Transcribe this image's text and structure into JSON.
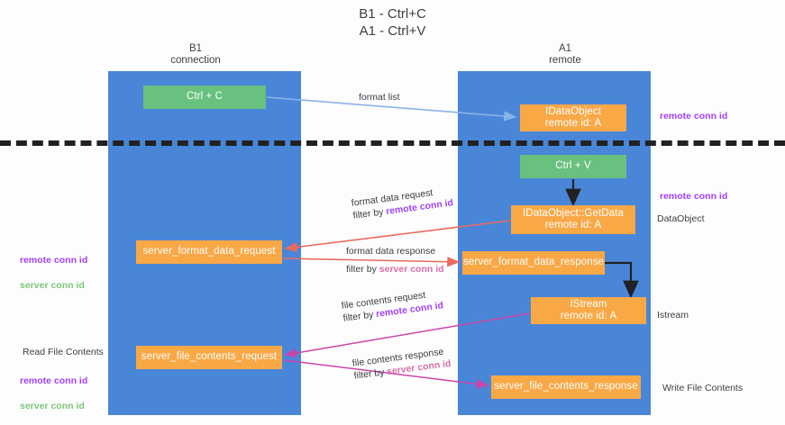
{
  "title": "B1 - Ctrl+C\nA1 - Ctrl+V",
  "columns": {
    "left": {
      "name": "B1",
      "role": "connection",
      "label": "B1\nconnection"
    },
    "right": {
      "name": "A1",
      "role": "remote",
      "label": "A1\nremote"
    }
  },
  "nodes": {
    "ctrl_c": {
      "label": "Ctrl + C",
      "color": "#68c17f",
      "lane": "B1"
    },
    "idataobject": {
      "label": "IDataObject\nremote id: A",
      "color": "#f9a846",
      "lane": "A1"
    },
    "ctrl_v": {
      "label": "Ctrl + V",
      "color": "#68c17f",
      "lane": "A1"
    },
    "getdata": {
      "label": "IDataObject::GetData\nremote id: A",
      "color": "#f9a846",
      "lane": "A1"
    },
    "server_format_data_request": {
      "label": "server_format_data_request",
      "color": "#f9a846",
      "lane": "B1"
    },
    "server_format_data_response": {
      "label": "server_format_data_response",
      "color": "#f9a846",
      "lane": "A1"
    },
    "istream": {
      "label": "IStream\nremote id: A",
      "color": "#f9a846",
      "lane": "A1"
    },
    "server_file_contents_request": {
      "label": "server_file_contents_request",
      "color": "#f9a846",
      "lane": "B1"
    },
    "server_file_contents_response": {
      "label": "server_file_contents_response",
      "color": "#f9a846",
      "lane": "A1"
    }
  },
  "connector_labels": {
    "format_list": "format list",
    "format_data_request": {
      "line1": "format data request",
      "prefix": "filter by ",
      "highlight": "remote conn id"
    },
    "format_data_response": {
      "line1": "format data response",
      "prefix": "filter by ",
      "highlight": "server conn id"
    },
    "file_contents_request": {
      "line1": "file contents request",
      "prefix": "filter by ",
      "highlight": "remote conn id"
    },
    "file_contents_response": {
      "line1": "file contents response",
      "prefix": "filter by ",
      "highlight": "server conn id"
    }
  },
  "side_annotations": {
    "remote_conn_id_top": "remote conn id",
    "remote_conn_id_mid": "remote conn id",
    "dataobject": "DataObject",
    "istream": "Istream",
    "write_file_contents": "Write File Contents"
  },
  "left_annotations": {
    "legend_top": {
      "remote": "remote conn id",
      "server": "server conn id"
    },
    "read_file_contents": "Read File Contents",
    "legend_bottom": {
      "remote": "remote conn id",
      "server": "server conn id"
    }
  },
  "colors": {
    "lane": "#4a86d8",
    "green_node": "#68c17f",
    "orange_node": "#f9a846",
    "remote_conn": "#a142f4",
    "server_conn_green": "#7bc67b",
    "server_conn_pink": "#d96fa8",
    "arrow_blue": "#8ab4e8",
    "arrow_red": "#ea6a5e",
    "arrow_magenta": "#cc44aa",
    "arrow_black": "#202124",
    "divider": "#202124",
    "background": "#fdfdfd"
  }
}
